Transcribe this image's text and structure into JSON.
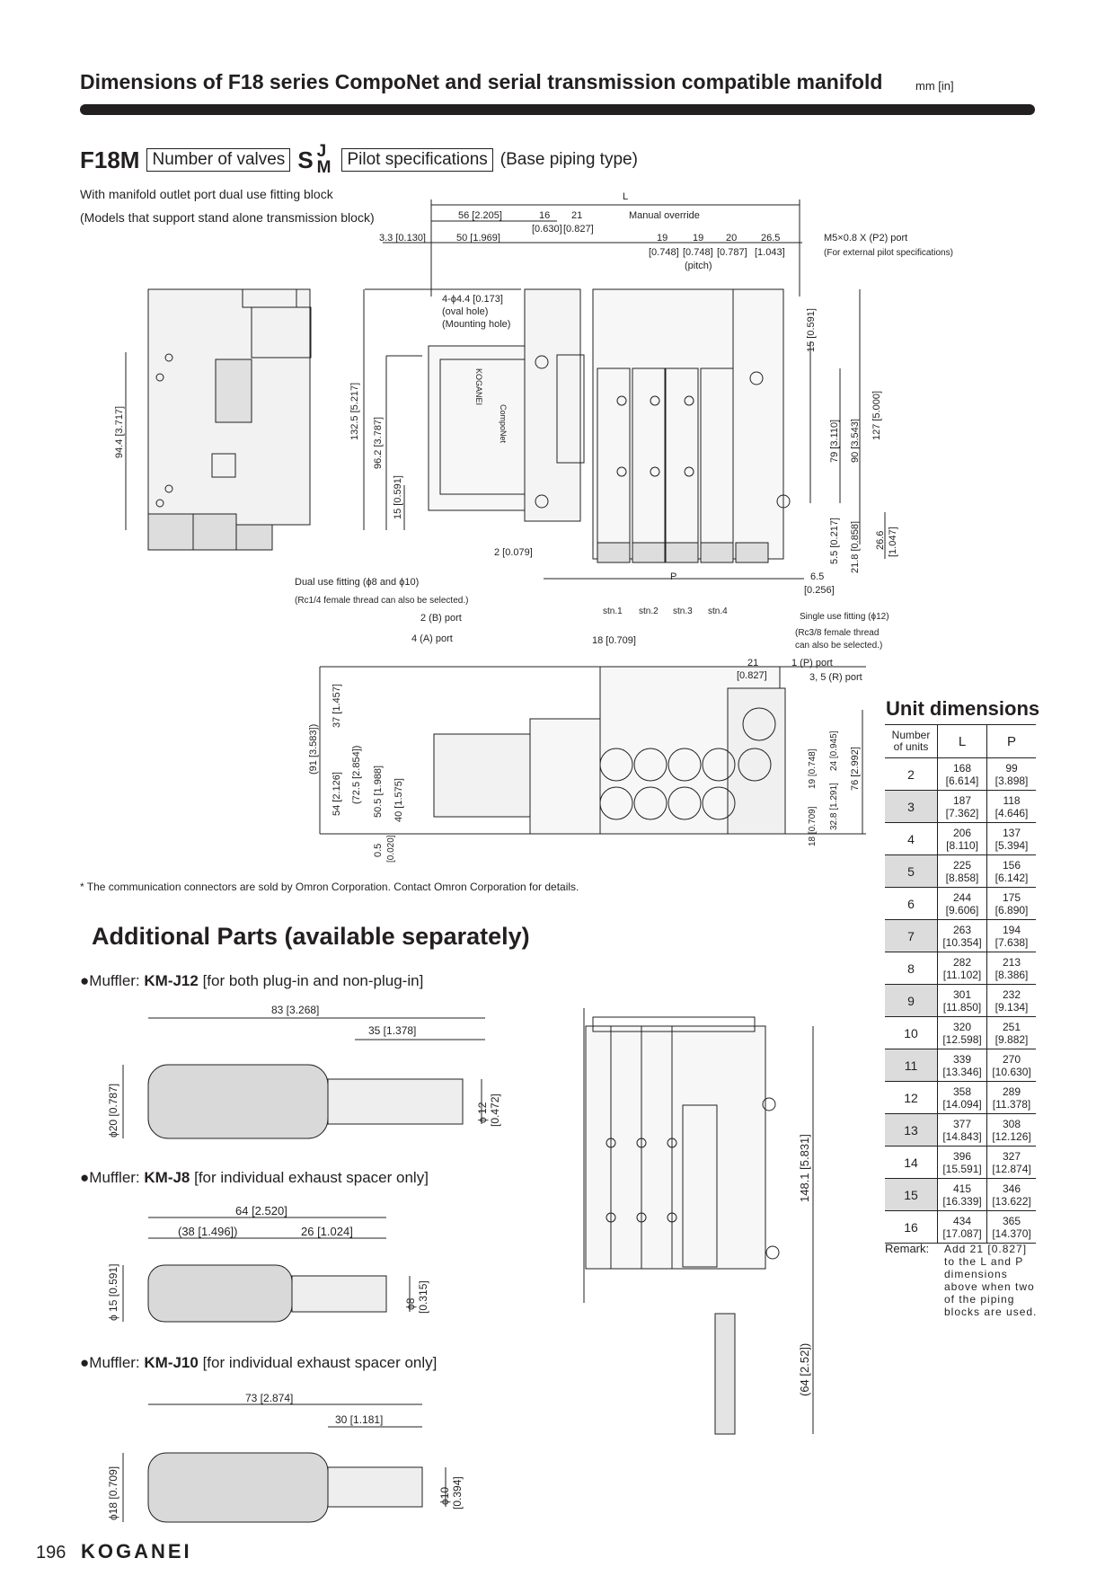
{
  "header": {
    "title": "Dimensions of F18 series CompoNet and serial transmission compatible manifold",
    "unit": "mm [in]"
  },
  "model": {
    "prefix": "F18M",
    "box1": "Number of valves",
    "letter": "S",
    "opt1": "J",
    "opt2": "M",
    "box2": "Pilot specifications",
    "suffix": "(Base piping type)"
  },
  "notes": {
    "line1": "With manifold outlet port dual use fitting block",
    "line2": "(Models that support stand alone transmission block)",
    "footnote": "* The communication connectors are sold by Omron Corporation. Contact Omron Corporation for details."
  },
  "drawing_labels": {
    "L": "L",
    "P": "P",
    "d56": "56 [2.205]",
    "d16": "16",
    "d16b": "[0.630]",
    "d21": "21",
    "d21b": "[0.827]",
    "manual": "Manual override",
    "d3_3": "3.3 [0.130]",
    "d50": "50 [1.969]",
    "d19a": "19",
    "d19b": "19",
    "d20": "20",
    "d26_5": "26.5",
    "p0748a": "[0.748]",
    "p0748b": "[0.748]",
    "p0787": "[0.787]",
    "p1043": "[1.043]",
    "pitch": "(pitch)",
    "m5": "M5×0.8  X (P2) port",
    "m5b": "(For external pilot specifications)",
    "hole1": "4-ϕ4.4 [0.173]",
    "hole2": "(oval hole)",
    "hole3": "(Mounting hole)",
    "v94": "94.4 [3.717]",
    "v132": "132.5 [5.217]",
    "v96": "96.2 [3.787]",
    "v15a": "15 [0.591]",
    "v15b": "15 [0.591]",
    "v79": "79 [3.110]",
    "v90": "90 [3.543]",
    "v127": "127 [5.000]",
    "v5_5": "5.5 [0.217]",
    "v21_8": "21.8 [0.858]",
    "v26_6": "26.6",
    "v26_6b": "[1.047]",
    "d2": "2 [0.079]",
    "d6_5": "6.5",
    "d6_5b": "[0.256]",
    "dual1": "Dual use fitting (ϕ8 and ϕ10)",
    "dual2": "(Rc1/4 female thread can also be selected.)",
    "b_port": "2 (B) port",
    "a_port": "4 (A) port",
    "stn1": "stn.1",
    "stn2": "stn.2",
    "stn3": "stn.3",
    "stn4": "stn.4",
    "d18": "18 [0.709]",
    "single1": "Single use fitting (ϕ12)",
    "single2": "(Rc3/8 female thread",
    "single3": "can also be selected.)",
    "d21c": "21",
    "d21d": "[0.827]",
    "p_port": "1 (P) port",
    "r_port": "3, 5 (R) port",
    "v91": "(91 [3.583])",
    "v37": "37 [1.457]",
    "v54": "54 [2.126]",
    "v72": "(72.5 [2.854])",
    "v50_5": "50.5 [1.988]",
    "v40": "40 [1.575]",
    "v0_5": "0.5",
    "v0_5b": "[0.020]",
    "v18": "18 [0.709]",
    "v19": "19 [0.748]",
    "v24": "24 [0.945]",
    "v32_8": "32.8 [1.291]",
    "v76": "76 [2.992]",
    "v148": "148.1 [5.831]",
    "v64": "(64 [2.52])",
    "koganei_label": "KOGANEI",
    "componet_label": "CompoNet"
  },
  "unit_dimensions": {
    "title": "Unit dimensions",
    "header_n": [
      "Number",
      "of units"
    ],
    "header_L": "L",
    "header_P": "P",
    "rows": [
      {
        "n": "2",
        "L": "168",
        "Li": "[6.614]",
        "P": "99",
        "Pi": "[3.898]"
      },
      {
        "n": "3",
        "L": "187",
        "Li": "[7.362]",
        "P": "118",
        "Pi": "[4.646]"
      },
      {
        "n": "4",
        "L": "206",
        "Li": "[8.110]",
        "P": "137",
        "Pi": "[5.394]"
      },
      {
        "n": "5",
        "L": "225",
        "Li": "[8.858]",
        "P": "156",
        "Pi": "[6.142]"
      },
      {
        "n": "6",
        "L": "244",
        "Li": "[9.606]",
        "P": "175",
        "Pi": "[6.890]"
      },
      {
        "n": "7",
        "L": "263",
        "Li": "[10.354]",
        "P": "194",
        "Pi": "[7.638]"
      },
      {
        "n": "8",
        "L": "282",
        "Li": "[11.102]",
        "P": "213",
        "Pi": "[8.386]"
      },
      {
        "n": "9",
        "L": "301",
        "Li": "[11.850]",
        "P": "232",
        "Pi": "[9.134]"
      },
      {
        "n": "10",
        "L": "320",
        "Li": "[12.598]",
        "P": "251",
        "Pi": "[9.882]"
      },
      {
        "n": "11",
        "L": "339",
        "Li": "[13.346]",
        "P": "270",
        "Pi": "[10.630]"
      },
      {
        "n": "12",
        "L": "358",
        "Li": "[14.094]",
        "P": "289",
        "Pi": "[11.378]"
      },
      {
        "n": "13",
        "L": "377",
        "Li": "[14.843]",
        "P": "308",
        "Pi": "[12.126]"
      },
      {
        "n": "14",
        "L": "396",
        "Li": "[15.591]",
        "P": "327",
        "Pi": "[12.874]"
      },
      {
        "n": "15",
        "L": "415",
        "Li": "[16.339]",
        "P": "346",
        "Pi": "[13.622]"
      },
      {
        "n": "16",
        "L": "434",
        "Li": "[17.087]",
        "P": "365",
        "Pi": "[14.370]"
      }
    ],
    "remark_label": "Remark:",
    "remark_text": "Add 21 [0.827] to the L and P dimensions above when two of the piping blocks are used."
  },
  "additional": {
    "title": "Additional Parts (available separately)",
    "mufflers": [
      {
        "label": "Muffler: ",
        "model": "KM-J12",
        "note": " [for both plug-in and non-plug-in]",
        "dim_total": "83 [3.268]",
        "dim_stem": "35 [1.378]",
        "dia_body": "ϕ20 [0.787]",
        "dia_stem": "ϕ 12",
        "dia_stem_in": "[0.472]"
      },
      {
        "label": "Muffler: ",
        "model": "KM-J8",
        "note": " [for individual exhaust spacer only]",
        "dim_total": "64 [2.520]",
        "dim_body": "(38 [1.496])",
        "dim_stem": "26 [1.024]",
        "dia_body": "ϕ 15 [0.591]",
        "dia_stem": "ϕ8",
        "dia_stem_in": "[0.315]"
      },
      {
        "label": "Muffler: ",
        "model": "KM-J10",
        "note": " [for individual exhaust spacer only]",
        "dim_total": "73 [2.874]",
        "dim_stem": "30 [1.181]",
        "dia_body": "ϕ18 [0.709]",
        "dia_stem": "ϕ10",
        "dia_stem_in": "[0.394]"
      }
    ]
  },
  "footer": {
    "page": "196",
    "brand": "KOGANEI"
  }
}
